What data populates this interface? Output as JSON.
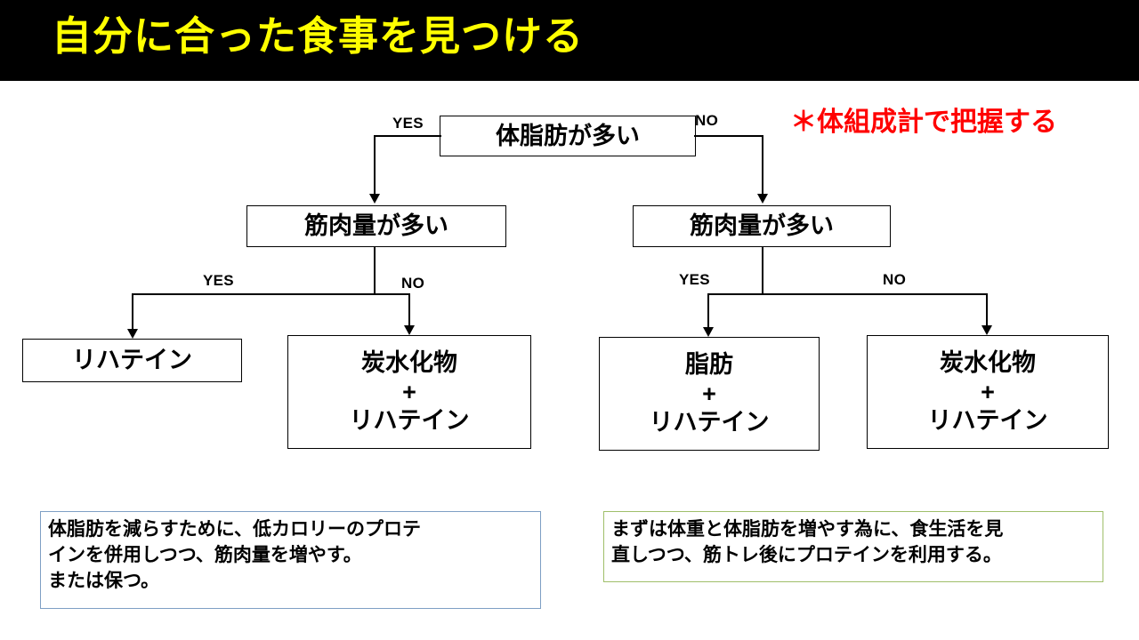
{
  "slide": {
    "title": "自分に合った食事を見つける",
    "title_color": "#ffff00",
    "title_bg": "#000000",
    "annotation": "＊体組成計で把握する",
    "annotation_color": "#ff0000",
    "background": "#ffffff"
  },
  "flow": {
    "root": {
      "label": "体脂肪が多い"
    },
    "level2": [
      {
        "label": "筋肉量が多い"
      },
      {
        "label": "筋肉量が多い"
      }
    ],
    "leaves": [
      {
        "lines": [
          "リハテイン"
        ]
      },
      {
        "lines": [
          "炭水化物",
          "+",
          "リハテイン"
        ]
      },
      {
        "lines": [
          "脂肪",
          "+",
          "リハテイン"
        ]
      },
      {
        "lines": [
          "炭水化物",
          "+",
          "リハテイン"
        ]
      }
    ],
    "edge_labels": {
      "root_yes": "YES",
      "root_no": "NO",
      "left_yes": "YES",
      "left_no": "NO",
      "right_yes": "YES",
      "right_no": "NO"
    }
  },
  "notes": {
    "left": {
      "lines": [
        "体脂肪を減らすために、低カロリーのプロテ",
        "インを併用しつつ、筋肉量を増やす。",
        "または保つ。"
      ],
      "border_color": "#7e9fc4"
    },
    "right": {
      "lines": [
        "まずは体重と体脂肪を増やす為に、食生活を見",
        "直しつつ、筋トレ後にプロテインを利用する。"
      ],
      "border_color": "#9fbf6a"
    }
  }
}
